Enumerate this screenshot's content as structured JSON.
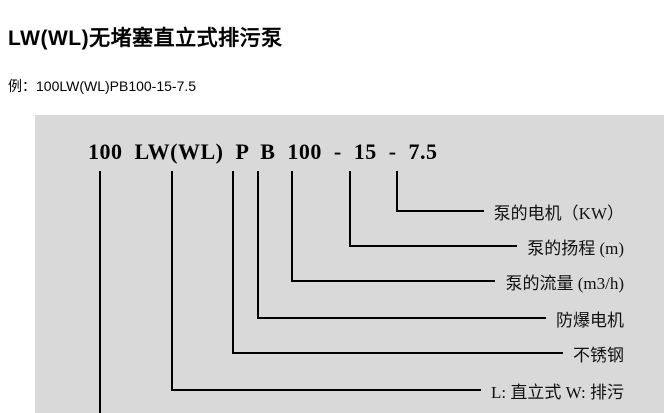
{
  "header": {
    "title": "LW(WL)无堵塞直立式排污泵",
    "example": "例：100LW(WL)PB100-15-7.5"
  },
  "diagram": {
    "model_code": "100 LW(WL) P B 100 - 15 - 7.5",
    "labels": [
      "泵的电机（KW）",
      "泵的扬程 (m)",
      "泵的流量 (m3/h)",
      "防爆电机",
      "不锈钢",
      "L: 直立式 W: 排污"
    ]
  },
  "colors": {
    "panel_bg": "#d9d9d9",
    "line_color": "#000000",
    "text_color": "#111111"
  }
}
